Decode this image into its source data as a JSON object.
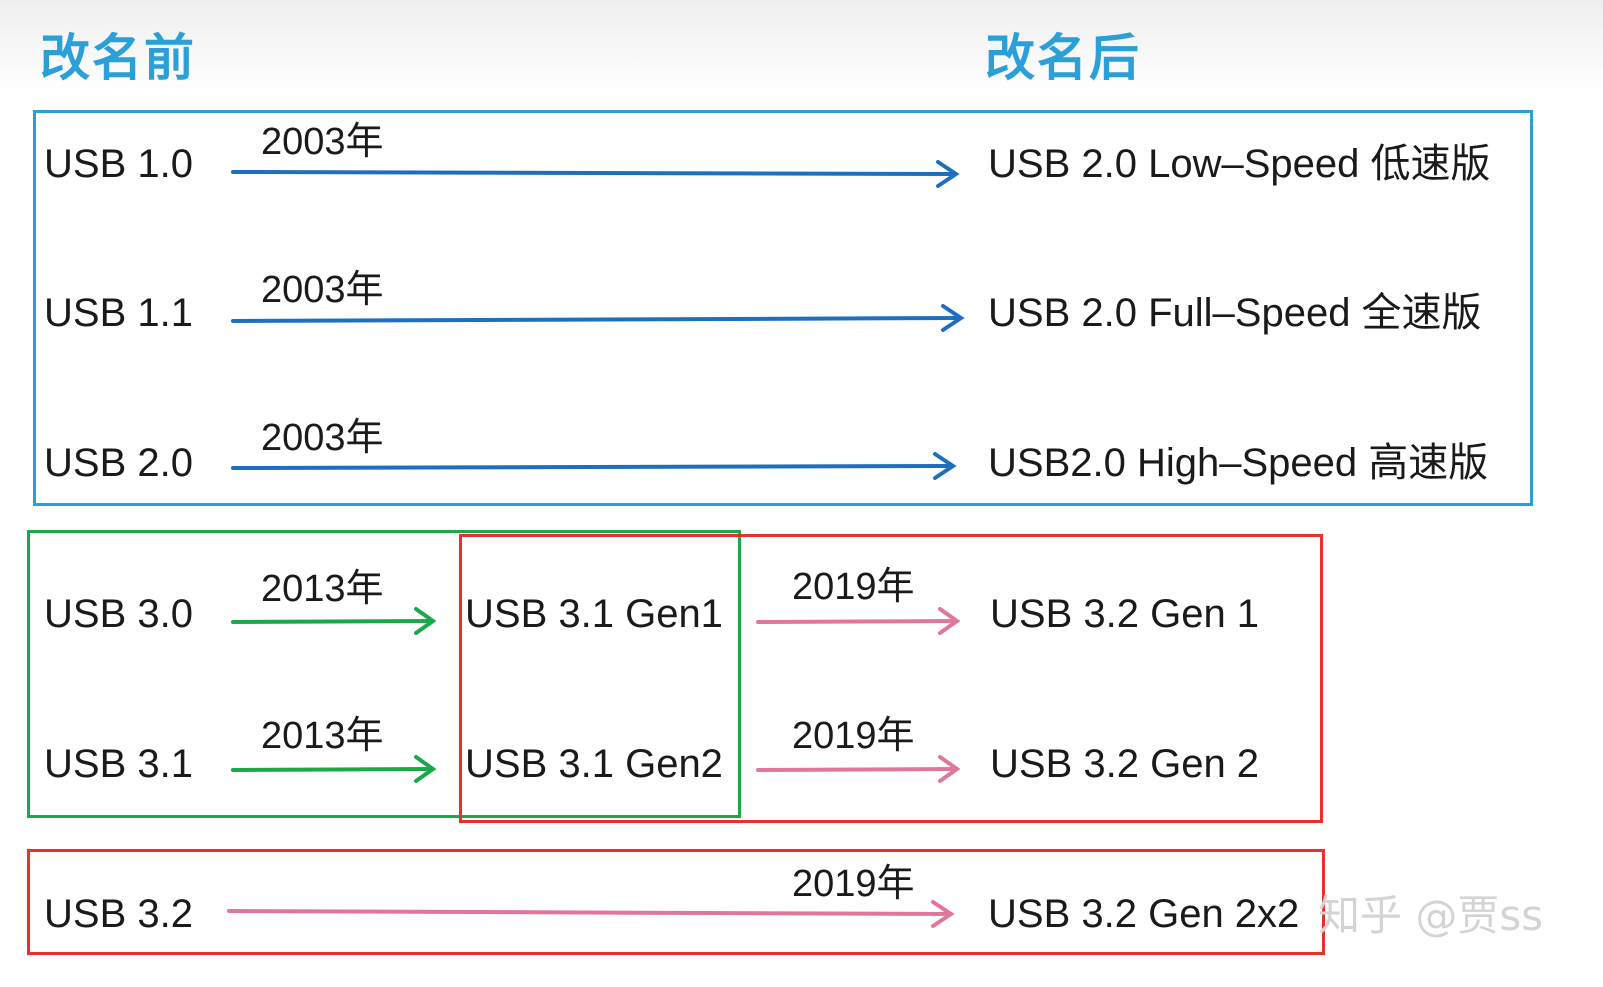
{
  "headers": {
    "before": "改名前",
    "after": "改名后"
  },
  "colors": {
    "header": "#2a9fd8",
    "blue": "#1f6fbf",
    "green": "#1aa84a",
    "pink": "#e0769c",
    "red": "#e5322d"
  },
  "rows": {
    "usb10": {
      "old": "USB 1.0",
      "year": "2003年",
      "new": "USB 2.0 Low–Speed 低速版"
    },
    "usb11": {
      "old": "USB 1.1",
      "year": "2003年",
      "new": "USB 2.0 Full–Speed 全速版"
    },
    "usb20": {
      "old": "USB 2.0",
      "year": "2003年",
      "new": "USB2.0 High–Speed 高速版"
    },
    "usb30": {
      "old": "USB 3.0",
      "year1": "2013年",
      "mid": "USB 3.1 Gen1",
      "year2": "2019年",
      "new": "USB 3.2 Gen 1"
    },
    "usb31": {
      "old": "USB 3.1",
      "year1": "2013年",
      "mid": "USB 3.1 Gen2",
      "year2": "2019年",
      "new": "USB 3.2 Gen 2"
    },
    "usb32": {
      "old": "USB 3.2",
      "year": "2019年",
      "new": "USB 3.2 Gen 2x2"
    }
  },
  "watermark": "知乎 @贾ss"
}
